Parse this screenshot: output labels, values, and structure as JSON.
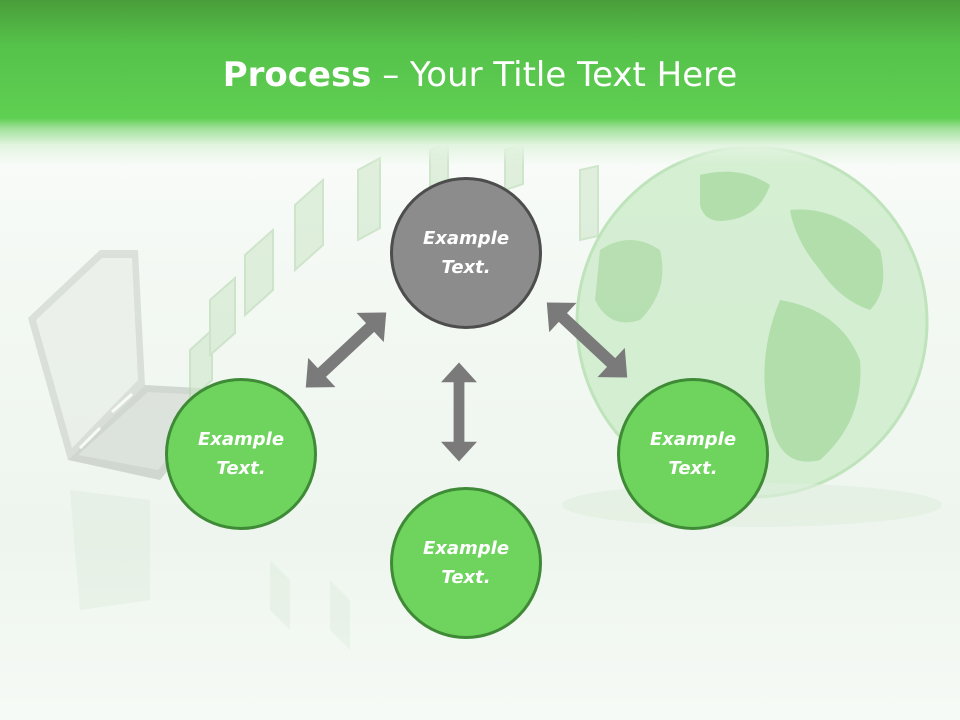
{
  "slide": {
    "title_bold": "Process",
    "title_rest": " – Your Title Text Here"
  },
  "diagram": {
    "center": {
      "line1": "Example",
      "line2": "Text."
    },
    "left": {
      "line1": "Example",
      "line2": "Text."
    },
    "bottom": {
      "line1": "Example",
      "line2": "Text."
    },
    "right": {
      "line1": "Example",
      "line2": "Text."
    }
  },
  "colors": {
    "header_green": "#5fcf52",
    "node_green": "#6fd45e",
    "node_gray": "#8c8c8c",
    "arrow_gray": "#7a7a7a"
  }
}
